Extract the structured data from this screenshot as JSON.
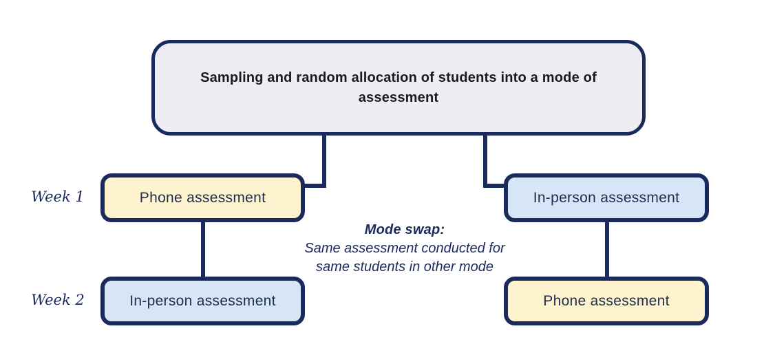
{
  "diagram": {
    "top_box": {
      "text": "Sampling and random allocation of students into a mode of assessment"
    },
    "rows": [
      {
        "label": "Week 1",
        "left": "Phone assessment",
        "right": "In-person assessment"
      },
      {
        "label": "Week 2",
        "left": "In-person assessment",
        "right": "Phone assessment"
      }
    ],
    "mode_swap": {
      "heading": "Mode swap:",
      "body_line1": "Same assessment conducted for",
      "body_line2": "same students in other mode"
    },
    "colors": {
      "navy": "#1b2a5c",
      "yellow": "#fdf3cf",
      "blue": "#d6e6f7",
      "panel_gray": "#eeedf3",
      "title_text": "#1a1a1a",
      "box_text": "#1f2c4f"
    }
  }
}
